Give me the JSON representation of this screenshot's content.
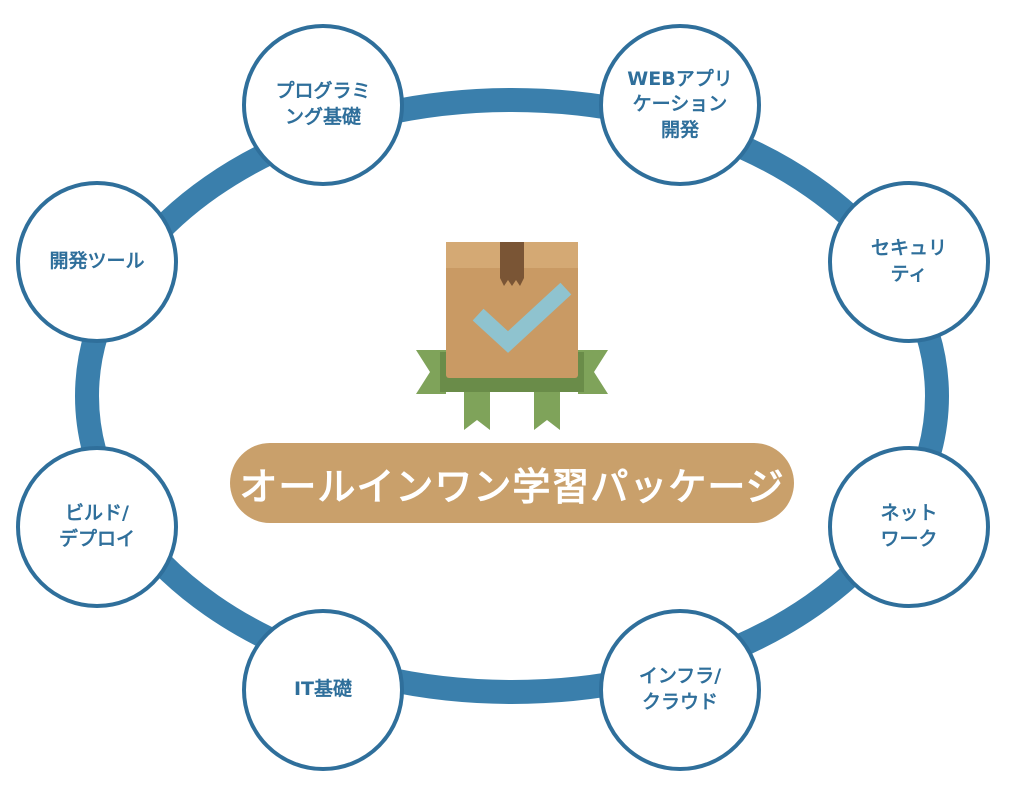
{
  "center": {
    "title": "オールインワン学習パッケージ",
    "icon": "package-check-icon"
  },
  "nodes": [
    {
      "id": "prog",
      "lines": [
        "プログラミ",
        "ング基礎"
      ]
    },
    {
      "id": "web",
      "lines": [
        "WEBアプリ",
        "ケーション",
        "開発"
      ]
    },
    {
      "id": "sec",
      "lines": [
        "セキュリ",
        "ティ"
      ]
    },
    {
      "id": "net",
      "lines": [
        "ネット",
        "ワーク"
      ]
    },
    {
      "id": "infra",
      "lines": [
        "インフラ/",
        "クラウド"
      ]
    },
    {
      "id": "it",
      "lines": [
        "IT基礎"
      ]
    },
    {
      "id": "build",
      "lines": [
        "ビルド/",
        "デプロイ"
      ]
    },
    {
      "id": "tools",
      "lines": [
        "開発ツール"
      ]
    }
  ],
  "colors": {
    "ring": "#2f6f9b",
    "node_text": "#2f6f9b",
    "pill": "#c9a06b",
    "box": "#c99a64",
    "box_dark": "#b9875a",
    "tape": "#7a5535",
    "check": "#8fc3cf",
    "ribbon": "#7fa35a",
    "ribbon_dark": "#6a8c49"
  }
}
